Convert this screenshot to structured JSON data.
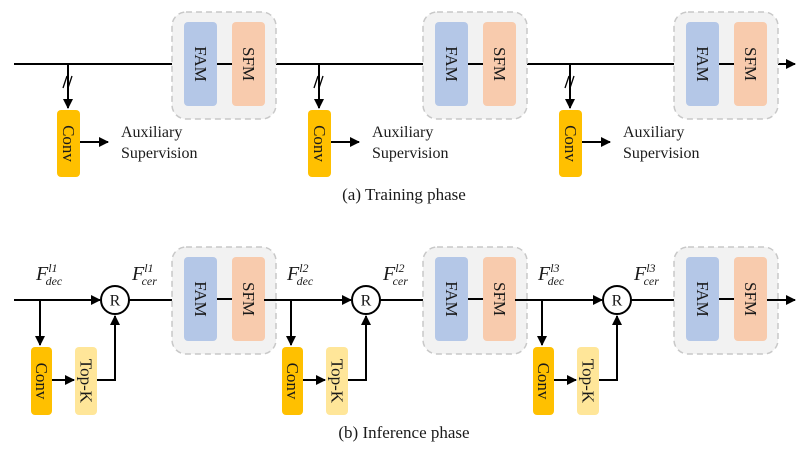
{
  "colors": {
    "fam_fill": "#b4c7e7",
    "sfm_fill": "#f8cbad",
    "conv_fill": "#ffc000",
    "topk_fill": "#ffe699",
    "group_fill": "#f2f2f2",
    "group_border": "#c8c8c8",
    "line": "#000000"
  },
  "training": {
    "caption": "(a) Training phase",
    "blocks": [
      {
        "fam_label": "FAM",
        "sfm_label": "SFM",
        "conv_label": "Conv",
        "aux_line1": "Auxiliary",
        "aux_line2": "Supervision",
        "stop_grad_symbol": "//"
      },
      {
        "fam_label": "FAM",
        "sfm_label": "SFM",
        "conv_label": "Conv",
        "aux_line1": "Auxiliary",
        "aux_line2": "Supervision",
        "stop_grad_symbol": "//"
      },
      {
        "fam_label": "FAM",
        "sfm_label": "SFM",
        "conv_label": "Conv",
        "aux_line1": "Auxiliary",
        "aux_line2": "Supervision",
        "stop_grad_symbol": "//"
      }
    ]
  },
  "inference": {
    "caption": "(b) Inference phase",
    "blocks": [
      {
        "dec_sym": "F",
        "dec_sup": "l1",
        "dec_sub": "dec",
        "cer_sym": "F",
        "cer_sup": "l1",
        "cer_sub": "cer",
        "r_label": "R",
        "conv_label": "Conv",
        "topk_label": "Top-K",
        "fam_label": "FAM",
        "sfm_label": "SFM"
      },
      {
        "dec_sym": "F",
        "dec_sup": "l2",
        "dec_sub": "dec",
        "cer_sym": "F",
        "cer_sup": "l2",
        "cer_sub": "cer",
        "r_label": "R",
        "conv_label": "Conv",
        "topk_label": "Top-K",
        "fam_label": "FAM",
        "sfm_label": "SFM"
      },
      {
        "dec_sym": "F",
        "dec_sup": "l3",
        "dec_sub": "dec",
        "cer_sym": "F",
        "cer_sup": "l3",
        "cer_sub": "cer",
        "r_label": "R",
        "conv_label": "Conv",
        "topk_label": "Top-K",
        "fam_label": "FAM",
        "sfm_label": "SFM"
      }
    ]
  }
}
